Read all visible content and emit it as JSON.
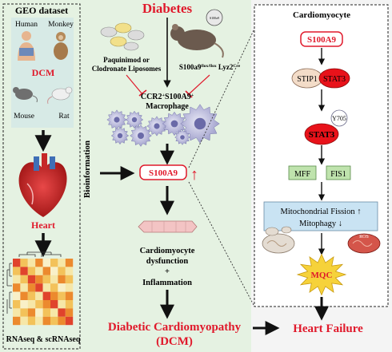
{
  "geo": {
    "title": "GEO dataset",
    "human": "Human",
    "monkey": "Monkey",
    "dcm": "DCM",
    "mouse": "Mouse",
    "rat": "Rat",
    "heart": "Heart",
    "omics": "RNAseq & scRNAseq",
    "bioinformatics": "Bioinformation"
  },
  "middle": {
    "diabetes": "Diabetes",
    "drug": "Paquinimod or Clodronate Liposomes",
    "drug_line1": "Paquinimod or",
    "drug_line2": "Clodronate Liposomes",
    "mouse_model": "S100a9flox/flox Lyz2Cre",
    "mouse_model_base1": "S100a9",
    "mouse_model_sup1": "flox/flox",
    "mouse_model_base2": " Lyz2",
    "mouse_model_sup2": "Cre",
    "macrophage_line1_base": "CCR2",
    "macrophage_line1_sup1": "+",
    "macrophage_line1_mid": "S100A9",
    "macrophage_line1_sup2": "+",
    "macrophage_line2": "Macrophage",
    "s100a9": "S100A9",
    "up_arrow": "↑",
    "cardio_line1": "Cardiomyocyte",
    "cardio_line2": "dysfunction",
    "plus": "+",
    "inflammation": "Inflammation",
    "dcm_line1": "Diabetic Cardiomyopathy",
    "dcm_line2": "(DCM)",
    "heart_failure": "Heart Failure"
  },
  "cardiomyocyte": {
    "title": "Cardiomyocyte",
    "s100a9": "S100A9",
    "stip1": "STIP1",
    "stat3": "STAT3",
    "y705": "Y705",
    "stat3_active": "STAT3",
    "mff": "MFF",
    "fis1": "FIS1",
    "fission": "Mitochondrial Fission ↑",
    "mitophagy": "Mitophagy ↓",
    "ros": "ROS",
    "mqc": "MQC"
  },
  "colors": {
    "red_text": "#e0192b",
    "bg_green": "#e5f2e2",
    "geo_bg": "#e9f3e7",
    "blue_box": "#c9e3f3",
    "stat3": "#e8121a",
    "stip1": "#f3dcc8",
    "mff_green": "#bfe3ad",
    "mqc_yellow": "#f6d23a"
  }
}
